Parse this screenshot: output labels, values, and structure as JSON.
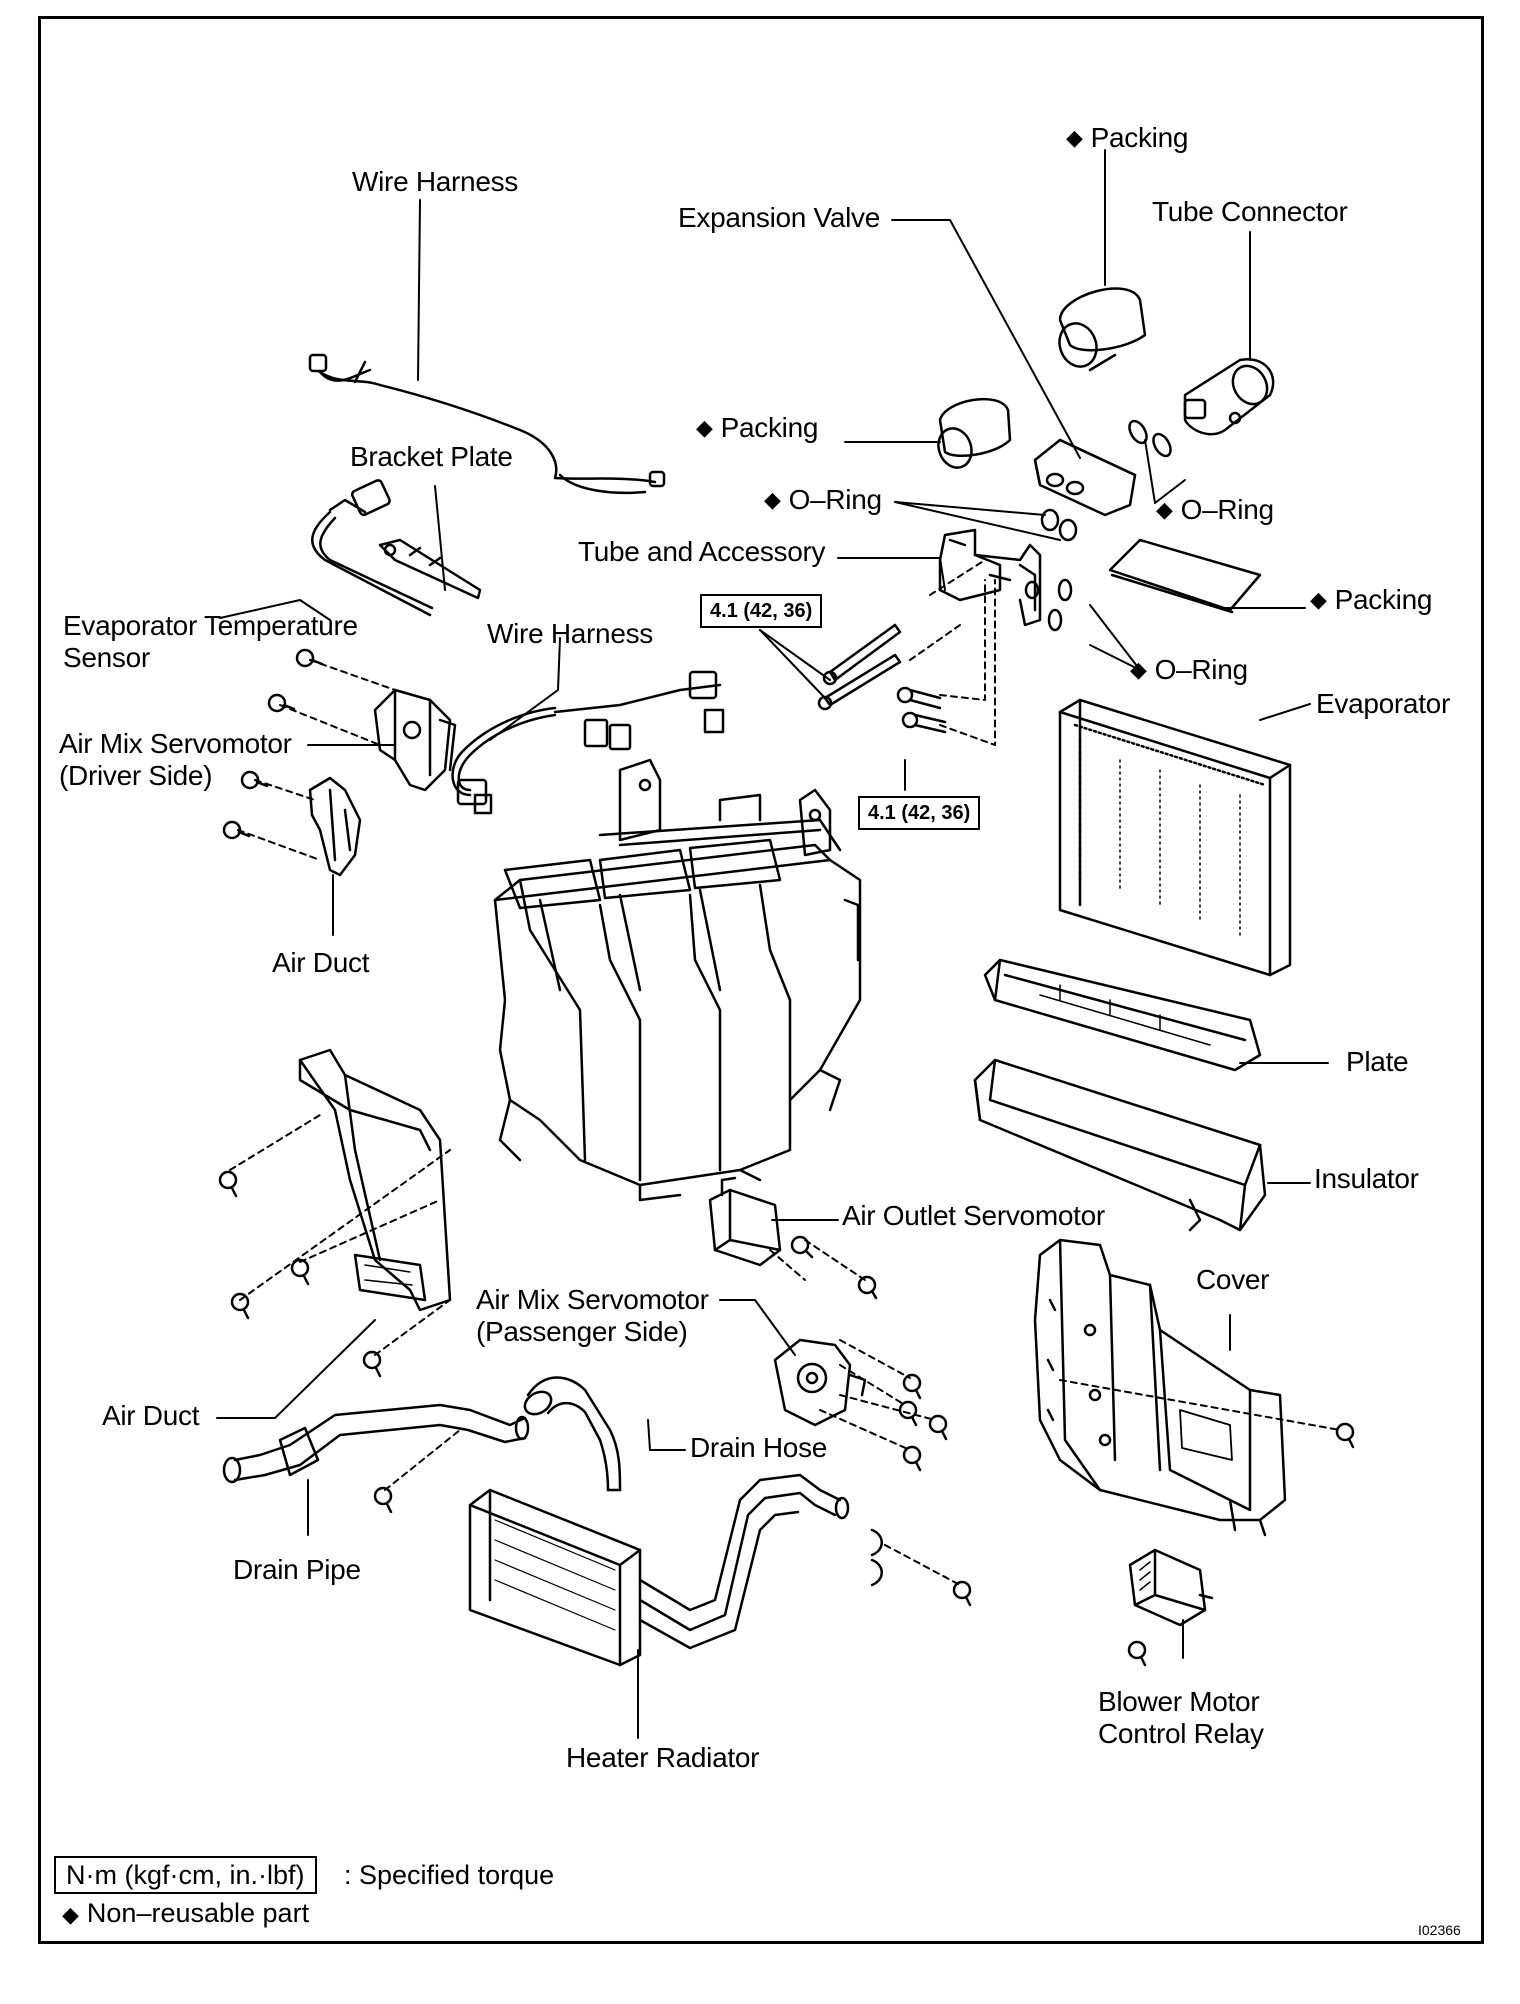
{
  "labels": {
    "wire_harness_top": "Wire Harness",
    "packing_top": "Packing",
    "expansion_valve": "Expansion Valve",
    "tube_connector": "Tube Connector",
    "packing_mid": "Packing",
    "bracket_plate": "Bracket Plate",
    "o_ring_left": "O–Ring",
    "o_ring_right": "O–Ring",
    "tube_and_accessory": "Tube and Accessory",
    "packing_right": "Packing",
    "evaporator_temp_sensor_1": "Evaporator  Temperature",
    "evaporator_temp_sensor_2": "Sensor",
    "wire_harness_mid": "Wire Harness",
    "o_ring_lower": "O–Ring",
    "evaporator": "Evaporator",
    "air_mix_driver_1": "Air Mix Servomotor",
    "air_mix_driver_2": "(Driver Side)",
    "air_duct_upper": "Air Duct",
    "plate": "Plate",
    "insulator": "Insulator",
    "air_outlet_servomotor": "Air Outlet Servomotor",
    "cover": "Cover",
    "air_mix_passenger_1": "Air Mix Servomotor",
    "air_mix_passenger_2": "(Passenger Side)",
    "air_duct_lower": "Air Duct",
    "drain_hose": "Drain Hose",
    "drain_pipe": "Drain Pipe",
    "blower_relay_1": "Blower Motor",
    "blower_relay_2": "Control Relay",
    "heater_radiator": "Heater Radiator"
  },
  "symbols": {
    "non_reusable": "◆"
  },
  "torque": {
    "spec_upper": "4.1 (42, 36)",
    "spec_lower": "4.1 (42, 36)"
  },
  "legend": {
    "torque_units": "N·m (kgf·cm, in.·lbf)",
    "torque_desc": ": Specified torque",
    "non_reusable_desc": "Non–reusable part"
  },
  "figure_id": "I02366"
}
